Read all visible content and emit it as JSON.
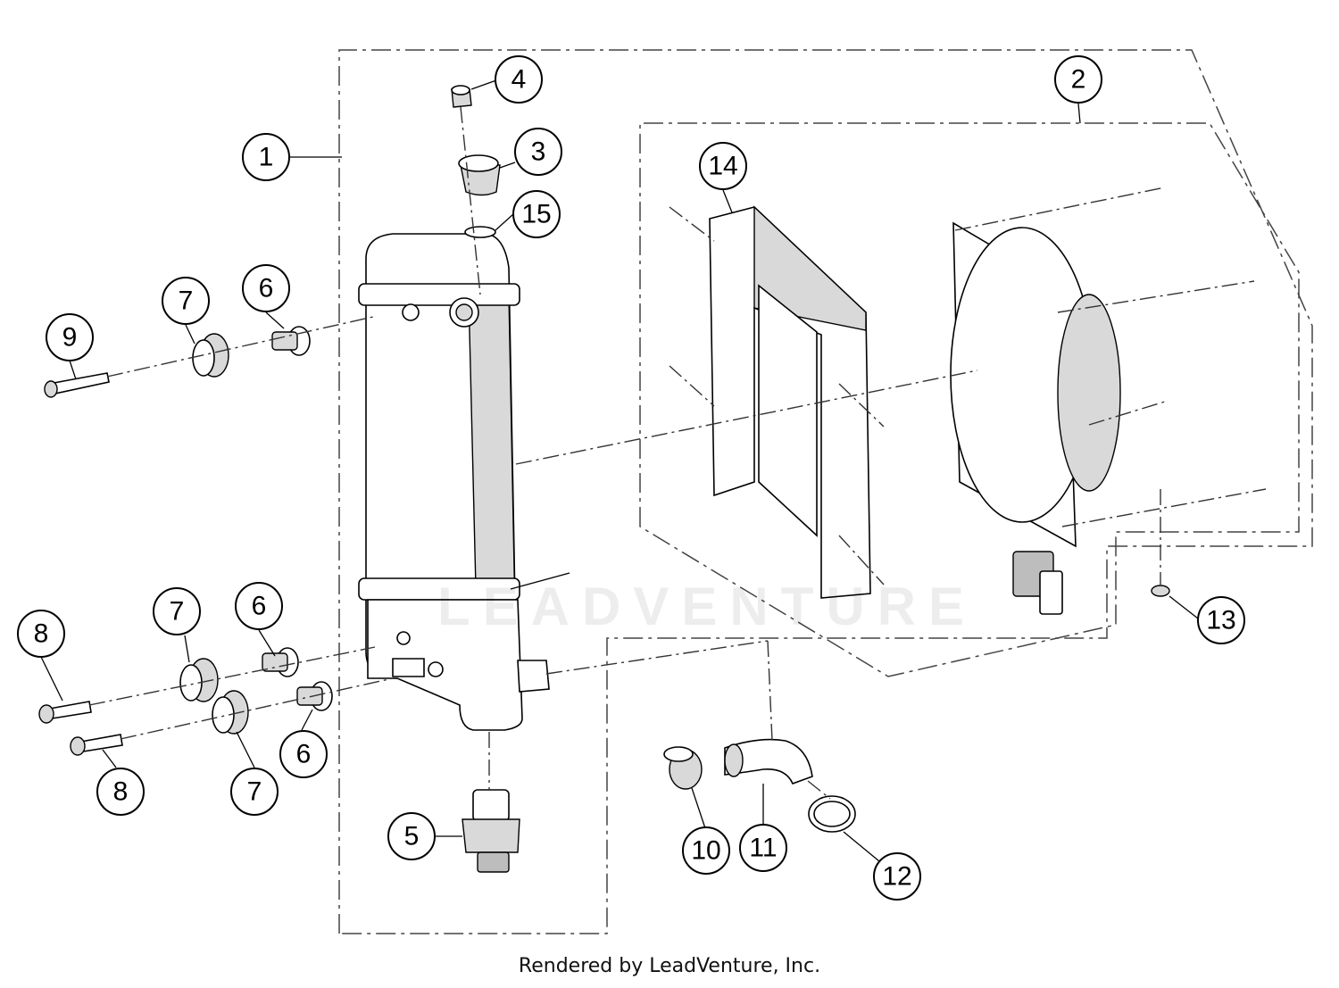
{
  "diagram": {
    "callouts": [
      {
        "label": "1"
      },
      {
        "label": "2"
      },
      {
        "label": "3"
      },
      {
        "label": "4"
      },
      {
        "label": "5"
      },
      {
        "label": "6"
      },
      {
        "label": "6"
      },
      {
        "label": "6"
      },
      {
        "label": "7"
      },
      {
        "label": "7"
      },
      {
        "label": "7"
      },
      {
        "label": "8"
      },
      {
        "label": "8"
      },
      {
        "label": "9"
      },
      {
        "label": "10"
      },
      {
        "label": "11"
      },
      {
        "label": "12"
      },
      {
        "label": "13"
      },
      {
        "label": "14"
      },
      {
        "label": "15"
      }
    ],
    "watermark": "LEADVENTURE",
    "footer": "Rendered by LeadVenture, Inc."
  }
}
